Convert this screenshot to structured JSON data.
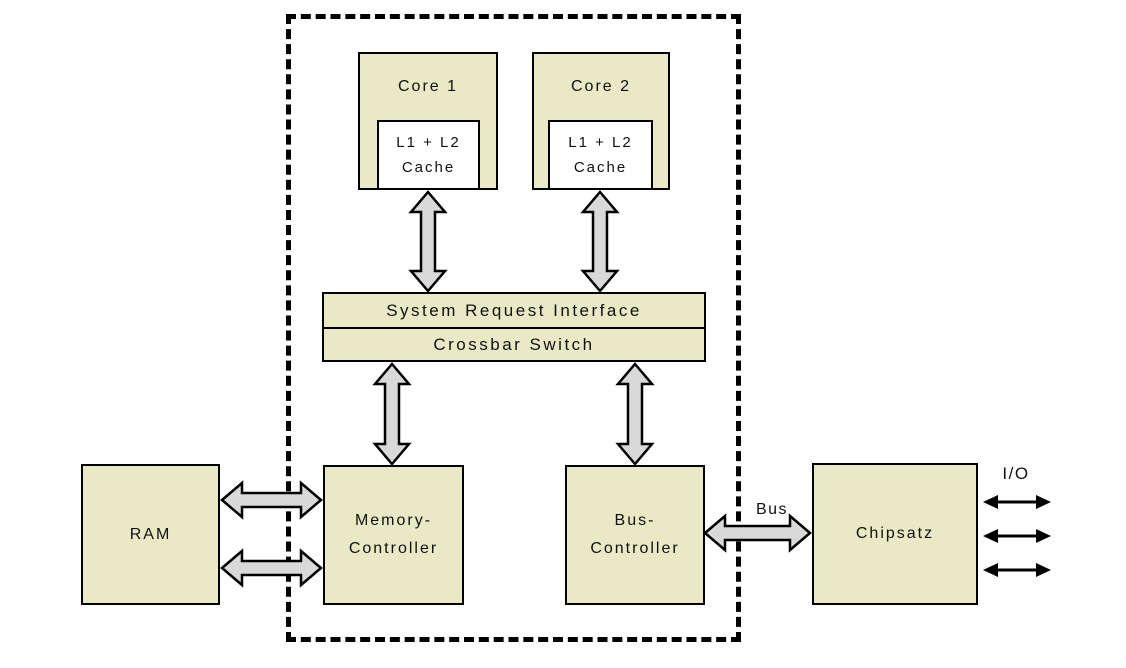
{
  "diagram": {
    "type": "cpu-architecture-block-diagram",
    "blocks": {
      "core1": {
        "label": "Core 1"
      },
      "core2": {
        "label": "Core 2"
      },
      "cache1": {
        "line1": "L1 + L2",
        "line2": "Cache"
      },
      "cache2": {
        "line1": "L1 + L2",
        "line2": "Cache"
      },
      "system_request_interface": {
        "label": "System Request Interface"
      },
      "crossbar_switch": {
        "label": "Crossbar Switch"
      },
      "ram": {
        "label": "RAM"
      },
      "memory_controller": {
        "line1": "Memory-",
        "line2": "Controller"
      },
      "bus_controller": {
        "line1": "Bus-",
        "line2": "Controller"
      },
      "chipset": {
        "label": "Chipsatz"
      }
    },
    "labels": {
      "bus": "Bus",
      "io": "I/O"
    },
    "connections": [
      {
        "from": "cache1",
        "to": "system_request_interface",
        "style": "wide-gray-double-arrow"
      },
      {
        "from": "cache2",
        "to": "system_request_interface",
        "style": "wide-gray-double-arrow"
      },
      {
        "from": "crossbar_switch",
        "to": "memory_controller",
        "style": "wide-gray-double-arrow"
      },
      {
        "from": "crossbar_switch",
        "to": "bus_controller",
        "style": "wide-gray-double-arrow"
      },
      {
        "from": "ram",
        "to": "memory_controller",
        "style": "wide-gray-double-arrow",
        "count": 2
      },
      {
        "from": "bus_controller",
        "to": "chipset",
        "style": "wide-gray-double-arrow",
        "label": "Bus"
      },
      {
        "from": "chipset",
        "to": "external-io",
        "style": "thin-black-double-arrow",
        "count": 3,
        "label": "I/O"
      }
    ],
    "colors": {
      "block_fill": "#e9e9c6",
      "cache_fill": "#ffffff",
      "arrow_fill": "#d9d9d9",
      "line": "#000000",
      "background": "#ffffff"
    }
  }
}
